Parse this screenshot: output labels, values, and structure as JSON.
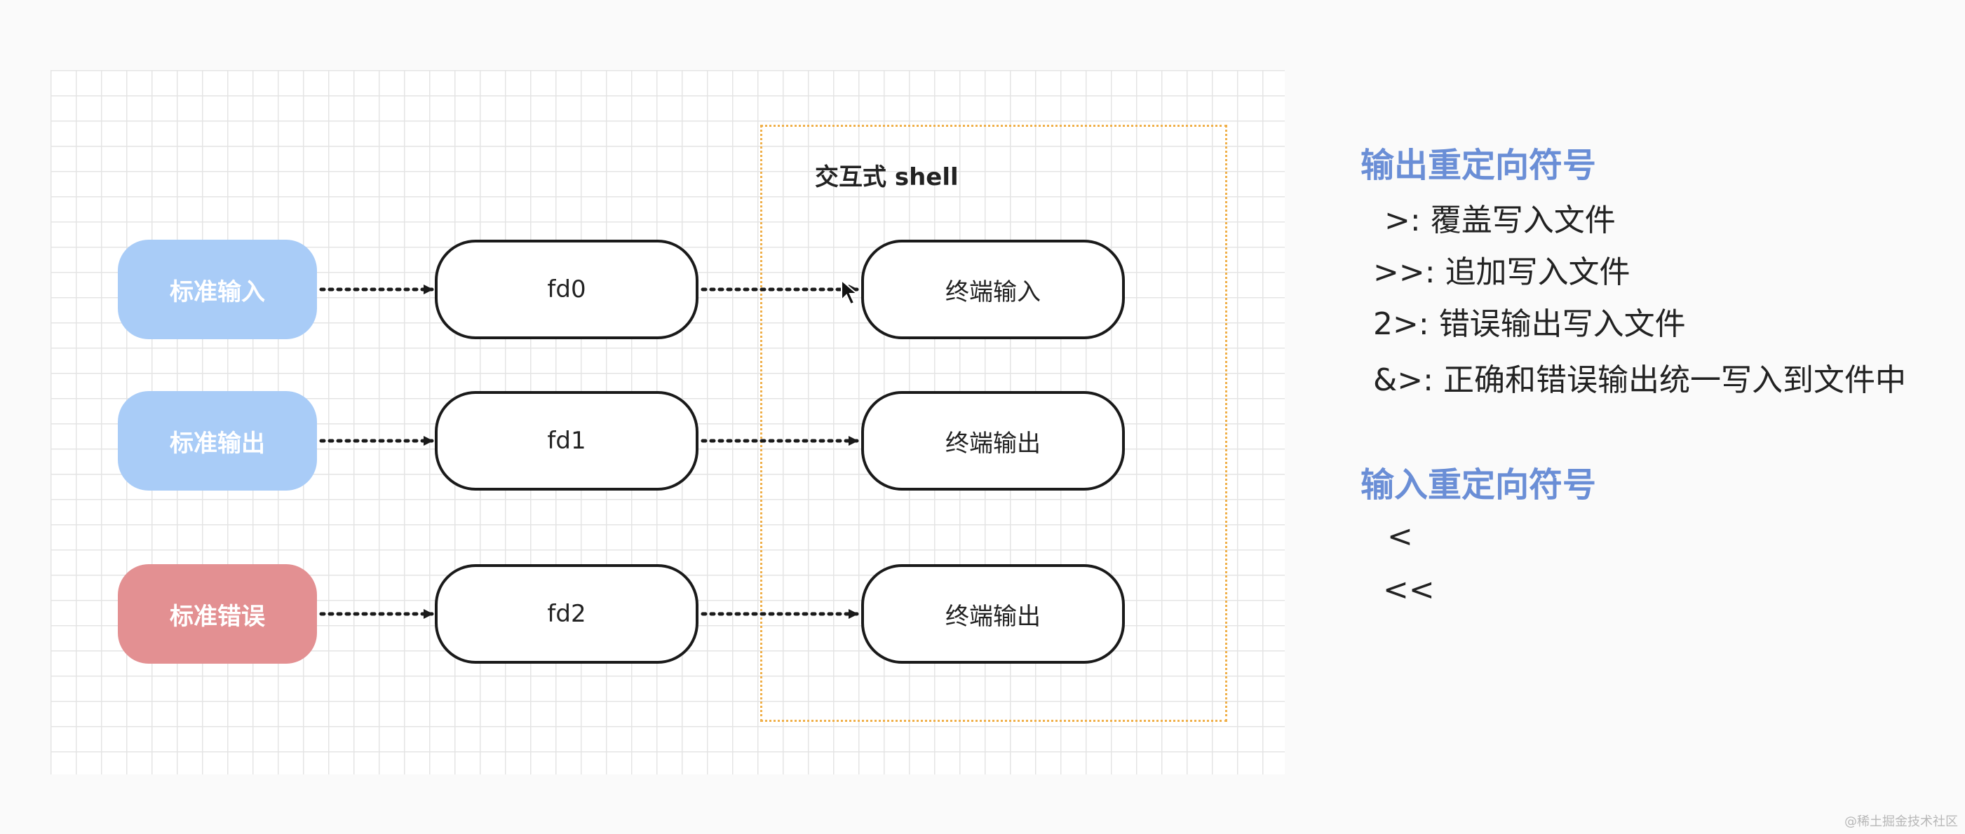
{
  "diagram": {
    "sources": [
      {
        "label": "标准输入",
        "color": "#a9ccf7"
      },
      {
        "label": "标准输出",
        "color": "#a9ccf7"
      },
      {
        "label": "标准错误",
        "color": "#e39092"
      }
    ],
    "descriptors": [
      "fd0",
      "fd1",
      "fd2"
    ],
    "shell": {
      "label": "交互式 shell",
      "terminals": [
        "终端输入",
        "终端输出",
        "终端输出"
      ]
    }
  },
  "notes": {
    "output_title": "输出重定向符号",
    "output_items": [
      {
        "symbol": ">:",
        "desc": "覆盖写入文件"
      },
      {
        "symbol": ">>:",
        "desc": "追加写入文件"
      },
      {
        "symbol": "2>:",
        "desc": "错误输出写入文件"
      },
      {
        "symbol": "&>:",
        "desc": "正确和错误输出统一写入到文件中"
      }
    ],
    "input_title": "输入重定向符号",
    "input_items": [
      "<",
      "<<"
    ]
  },
  "watermark": "@稀土掘金技术社区"
}
